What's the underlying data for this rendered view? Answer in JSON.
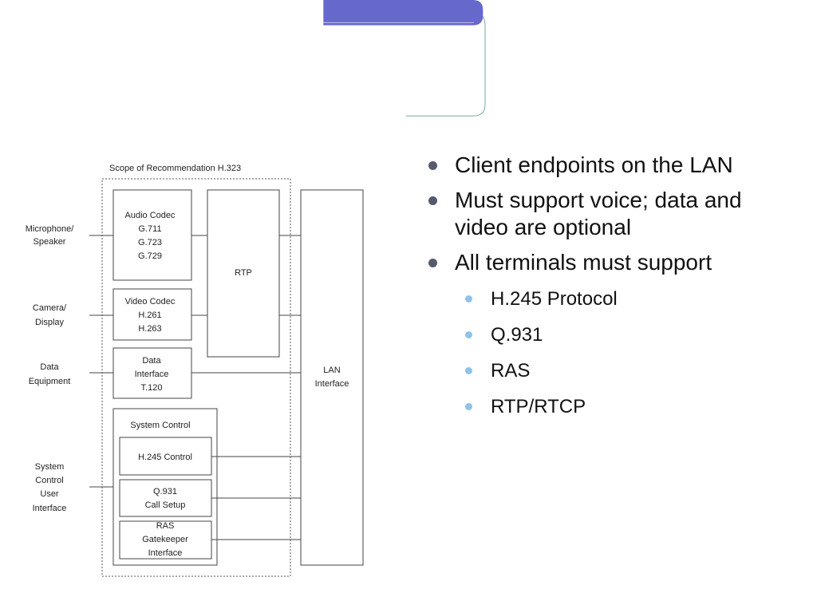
{
  "slide": {
    "title": "Components - Terminals",
    "colors": {
      "title_band": "#6668cc",
      "title_text": "#ffffff",
      "frame_teal": "#5e9896",
      "bullet_dark": "#555a6e",
      "bullet_light": "#8ec3ea"
    }
  },
  "diagram": {
    "scope_label": "Scope of Recommendation H.323",
    "external": {
      "mic": [
        "Microphone/",
        "Speaker"
      ],
      "camera": [
        "Camera/",
        "Display"
      ],
      "data": [
        "Data",
        "Equipment"
      ],
      "system": [
        "System",
        "Control",
        "User",
        "Interface"
      ]
    },
    "boxes": {
      "audio": [
        "Audio Codec",
        "G.711",
        "G.723",
        "G.729"
      ],
      "video": [
        "Video Codec",
        "H.261",
        "H.263"
      ],
      "data_iface": [
        "Data",
        "Interface",
        "T.120"
      ],
      "rtp": "RTP",
      "lan": [
        "LAN",
        "Interface"
      ],
      "system_control": "System Control",
      "h245": "H.245 Control",
      "q931": [
        "Q.931",
        "Call Setup"
      ],
      "ras": [
        "RAS",
        "Gatekeeper",
        "Interface"
      ]
    }
  },
  "bullets": [
    {
      "text": "Client endpoints on the LAN"
    },
    {
      "text": "Must support voice; data and video are optional"
    },
    {
      "text": "All terminals must support"
    }
  ],
  "sub_bullets": [
    {
      "text": "H.245 Protocol"
    },
    {
      "text": "Q.931"
    },
    {
      "text": "RAS"
    },
    {
      "text": "RTP/RTCP"
    }
  ]
}
